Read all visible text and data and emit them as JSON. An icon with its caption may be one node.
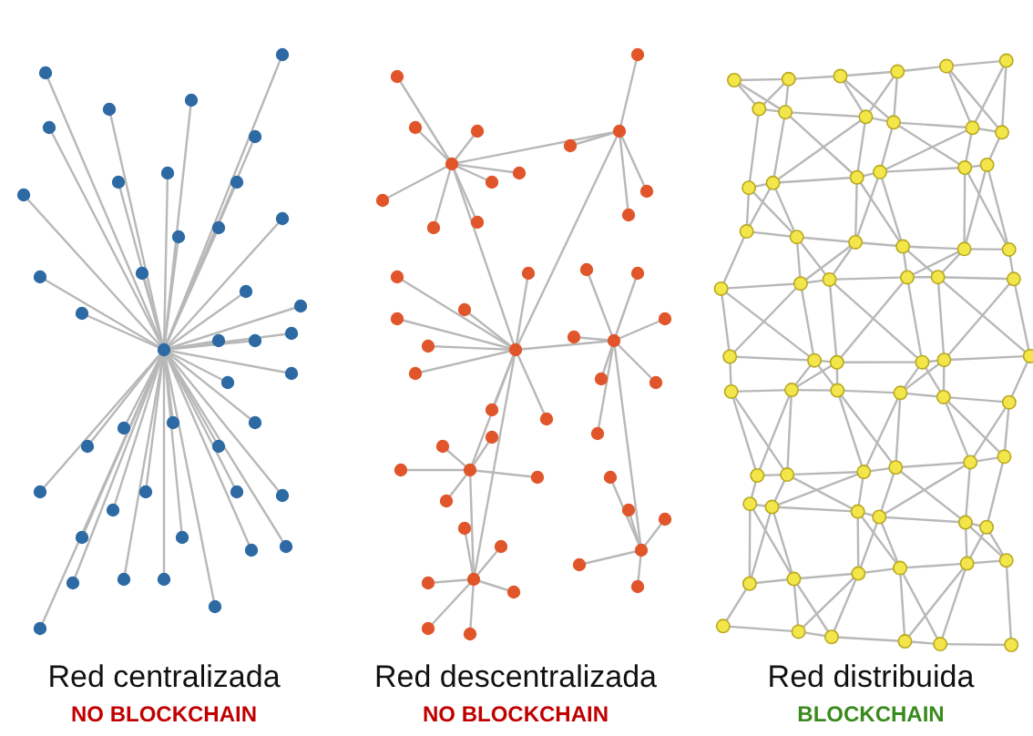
{
  "diagram": {
    "labels": [
      "Red centralizada",
      "Red descentralizada",
      "Red distribuida",
      "NO BLOCKCHAIN",
      "NO BLOCKCHAIN",
      "BLOCKCHAIN"
    ]
  }
}
